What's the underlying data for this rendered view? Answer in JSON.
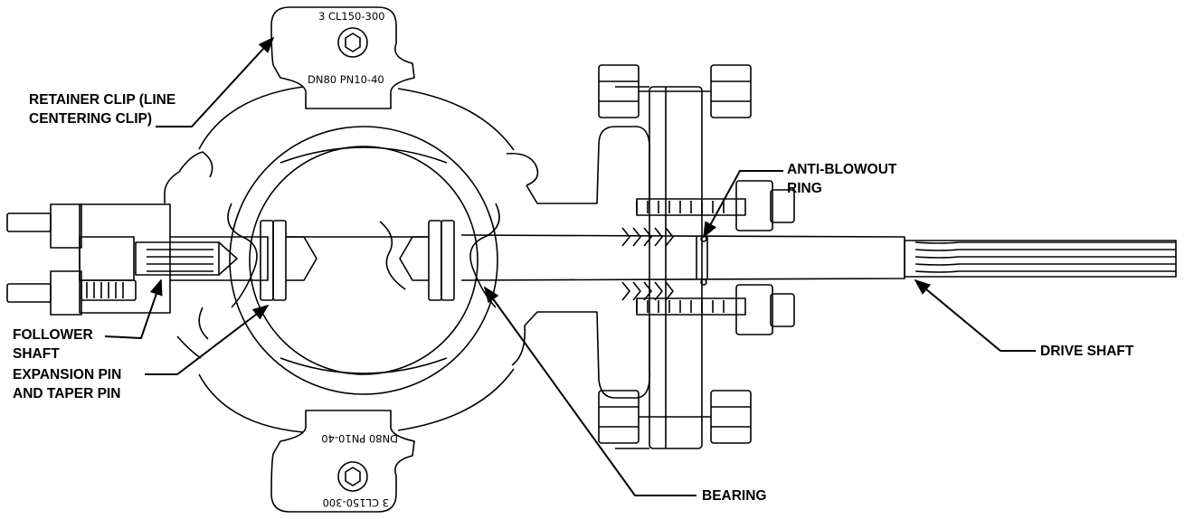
{
  "labels": {
    "retainer_clip": [
      "RETAINER CLIP (LINE",
      "CENTERING CLIP)"
    ],
    "anti_blowout": [
      "ANTI-BLOWOUT",
      "RING"
    ],
    "follower_shaft": [
      "FOLLOWER",
      "SHAFT"
    ],
    "expansion_pin": [
      "EXPANSION PIN",
      "AND TAPER PIN"
    ],
    "drive_shaft": [
      "DRIVE SHAFT"
    ],
    "bearing": [
      "BEARING"
    ]
  },
  "stamps": {
    "class_rating": "3  CL150-300",
    "size_pressure": "DN80  PN10-40"
  },
  "colors": {
    "line": "#000000",
    "background": "#ffffff"
  }
}
